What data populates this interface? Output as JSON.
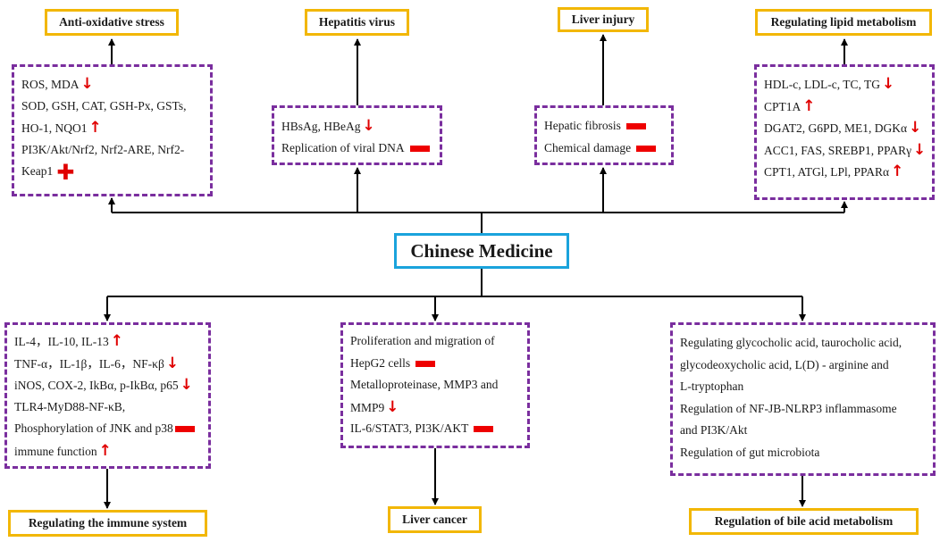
{
  "center": "Chinese Medicine",
  "titles": {
    "anti_oxidative": "Anti-oxidative stress",
    "hepatitis": "Hepatitis virus",
    "liver_injury": "Liver injury",
    "lipid": "Regulating lipid metabolism",
    "immune": "Regulating the immune system",
    "cancer": "Liver cancer",
    "bile": "Regulation of bile acid metabolism"
  },
  "boxes": {
    "anti_oxidative": [
      "ROS, MDA",
      "SOD, GSH, CAT, GSH-Px, GSTs,",
      "HO-1, NQO1",
      "PI3K/Akt/Nrf2, Nrf2-ARE, Nrf2-",
      "Keap1"
    ],
    "hepatitis": [
      "HBsAg, HBeAg",
      "Replication of viral DNA"
    ],
    "liver_injury": [
      "Hepatic fibrosis",
      "Chemical damage"
    ],
    "lipid": [
      "HDL-c, LDL-c, TC, TG",
      "CPT1A",
      "DGAT2, G6PD, ME1, DGKα",
      "ACC1, FAS, SREBP1, PPARγ",
      "CPT1, ATGl, LPl, PPARα"
    ],
    "immune": [
      "IL-4，IL-10, IL-13",
      "TNF-α，IL-1β，IL-6，NF-κβ",
      "iNOS, COX-2, IkBα, p-IkBα, p65",
      "TLR4-MyD88-NF-κB,",
      "Phosphorylation of JNK and p38",
      "immune function"
    ],
    "cancer": [
      "Proliferation and migration of",
      "HepG2 cells",
      "Metalloproteinase, MMP3 and",
      "MMP9",
      "IL-6/STAT3, PI3K/AKT"
    ],
    "bile": [
      "Regulating glycocholic acid, taurocholic acid,",
      "glycodeoxycholic acid, L(D) - arginine and",
      "L-tryptophan",
      "Regulation of NF-JB-NLRP3 inflammasome",
      "and PI3K/Akt",
      "Regulation of gut microbiota"
    ]
  },
  "colors": {
    "title_border": "#f2b705",
    "dash_border": "#7a2e9e",
    "center_border": "#1aa3dc",
    "indicator": "#e00000"
  }
}
